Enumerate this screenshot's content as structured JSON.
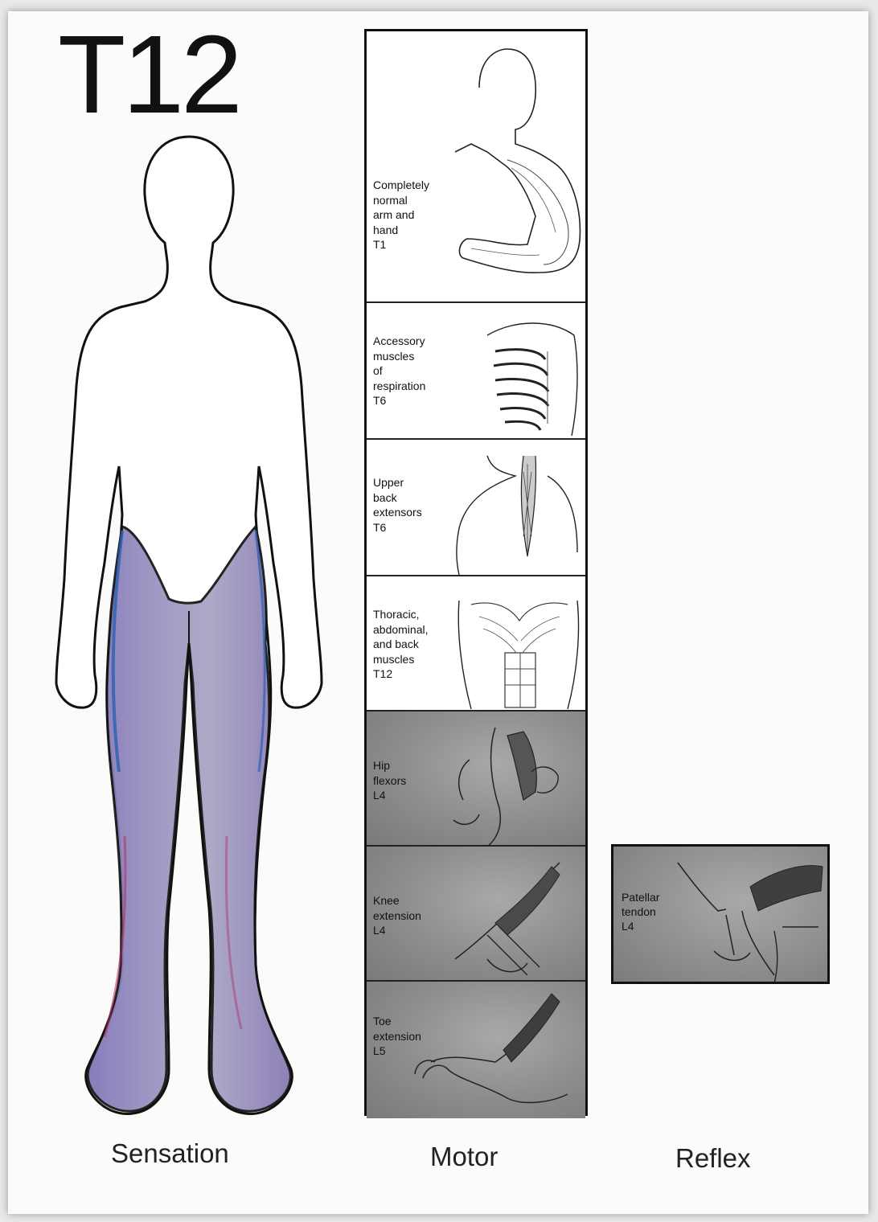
{
  "title": "T12",
  "columns": {
    "sensation": "Sensation",
    "motor": "Motor",
    "reflex": "Reflex"
  },
  "colors": {
    "dermatome_purple": "#8a7ab8",
    "dermatome_blue": "#2e5fb0",
    "dermatome_red": "#b03060",
    "panel_gray": "#8c8c8c",
    "outline": "#111111"
  },
  "motor_panels": [
    {
      "text": "Completely\nnormal\narm and\nhand\nT1",
      "shaded": false,
      "icon": "arm-flexion-illustration"
    },
    {
      "text": "Accessory\nmuscles\nof\nrespiration\nT6",
      "shaded": false,
      "icon": "ribcage-illustration"
    },
    {
      "text": "Upper\nback\nextensors\nT6",
      "shaded": false,
      "icon": "back-extensors-illustration"
    },
    {
      "text": "Thoracic,\nabdominal,\nand back\nmuscles\nT12",
      "shaded": false,
      "icon": "abdominal-muscles-illustration"
    },
    {
      "text": "Hip\nflexors\nL4",
      "shaded": true,
      "icon": "hip-flexors-illustration"
    },
    {
      "text": "Knee\nextension\nL4",
      "shaded": true,
      "icon": "knee-extension-illustration"
    },
    {
      "text": "Toe\nextension\nL5",
      "shaded": true,
      "icon": "toe-extension-illustration"
    }
  ],
  "reflex_panel": {
    "text": "Patellar\ntendon\nL4",
    "icon": "patellar-reflex-illustration"
  }
}
